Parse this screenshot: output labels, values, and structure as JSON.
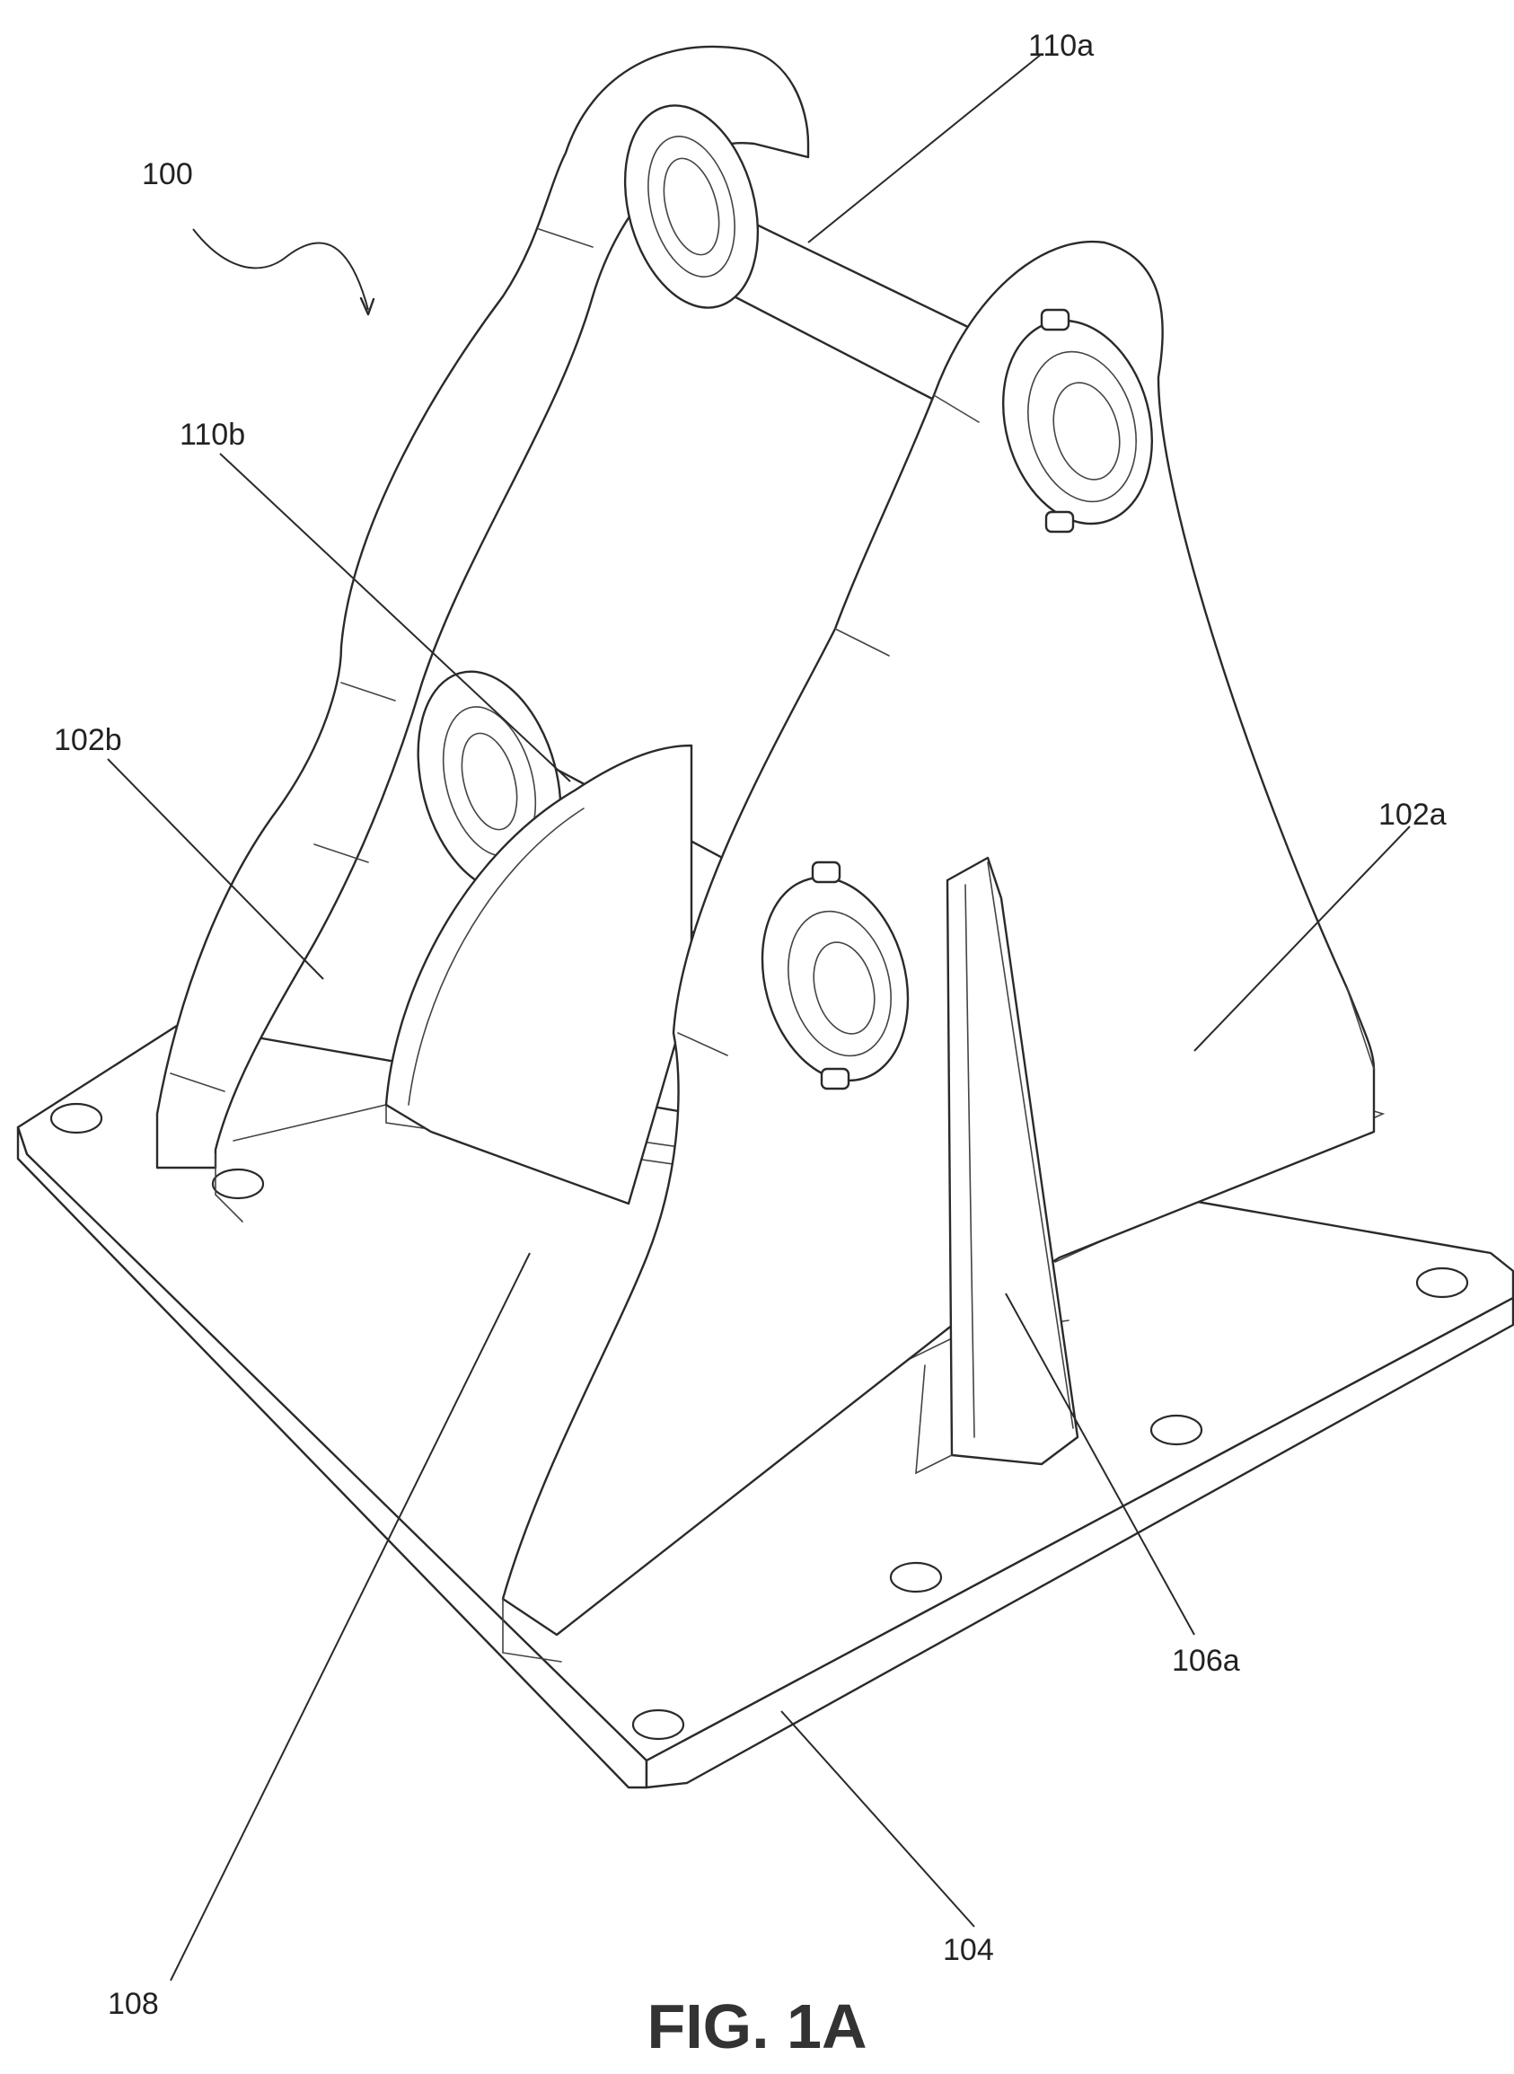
{
  "figure": {
    "caption": "FIG. 1A"
  },
  "labels": {
    "assembly": "100",
    "shaft_upper": "110a",
    "shaft_lower": "110b",
    "side_plate_right": "102a",
    "side_plate_left": "102b",
    "gusset": "106a",
    "base_plate": "104",
    "cross_member": "108"
  }
}
